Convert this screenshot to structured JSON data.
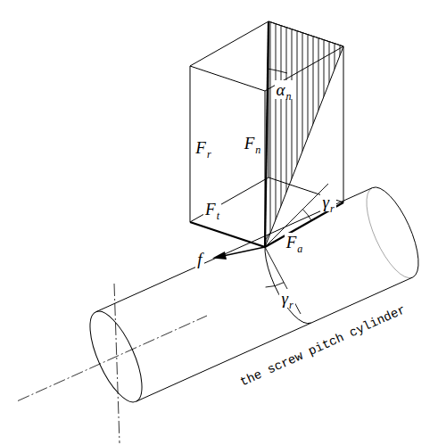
{
  "diagram": {
    "labels": [
      "f",
      "Ft",
      "Fr",
      "Fn",
      "αn",
      "γr",
      "Fa",
      "γr",
      "the screw pitch cylinder"
    ]
  }
}
